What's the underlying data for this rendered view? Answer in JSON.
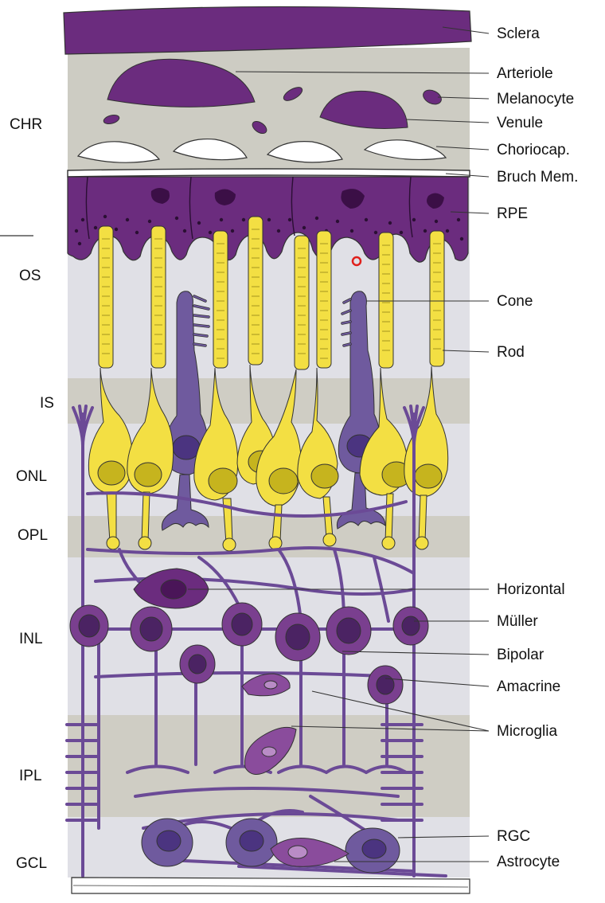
{
  "colors": {
    "band_light": "#e0e0e6",
    "band_dark": "#cfcdc4",
    "choroid_bg": "#cdccc3",
    "purple_dark": "#6b2c7e",
    "purple_mid": "#7a3f8f",
    "violet": "#6f5a9e",
    "yellow": "#f3df43",
    "yellow_dark": "#c6b41e",
    "line": "#333333"
  },
  "layers": {
    "chr": "CHR",
    "os": "OS",
    "is": "IS",
    "onl": "ONL",
    "opl": "OPL",
    "inl": "INL",
    "ipl": "IPL",
    "gcl": "GCL"
  },
  "structures": {
    "sclera": "Sclera",
    "arteriole": "Arteriole",
    "melanocyte": "Melanocyte",
    "venule": "Venule",
    "choriocap": "Choriocap.",
    "bruch": "Bruch Mem.",
    "rpe": "RPE",
    "cone": "Cone",
    "rod": "Rod",
    "horizontal": "Horizontal",
    "muller": "Müller",
    "bipolar": "Bipolar",
    "amacrine": "Amacrine",
    "microglia": "Microglia",
    "rgc": "RGC",
    "astrocyte": "Astrocyte"
  }
}
